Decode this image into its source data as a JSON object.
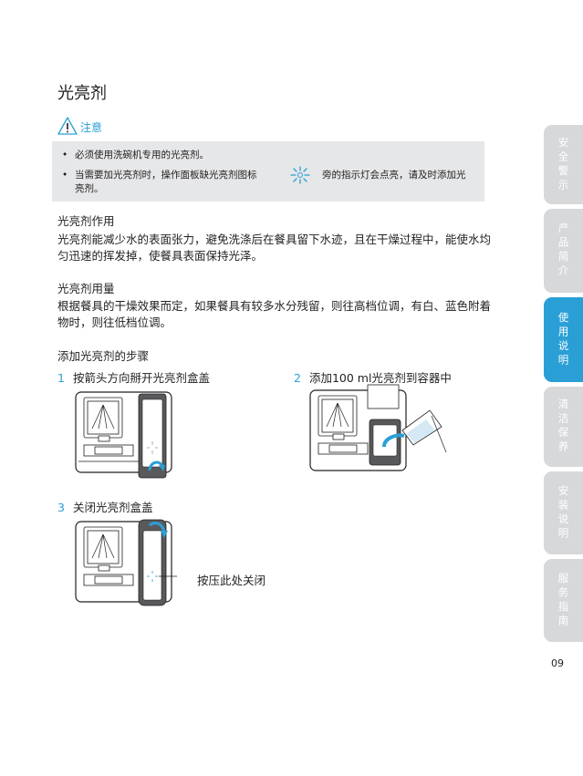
{
  "page_title": "光亮剂",
  "caution_label": "注意",
  "notes": {
    "bullet": "•",
    "item1": "必须使用洗碗机专用的光亮剂。",
    "item2_part1": "当需要加光亮剂时，操作面板缺光亮剂图标",
    "item2_part2": "旁的指示灯会点亮，请及时添加光",
    "item2_part3": "亮剂。"
  },
  "sections": {
    "function_heading": "光亮剂作用",
    "function_text": "光亮剂能减少水的表面张力，避免洗涤后在餐具留下水迹，且在干燥过程中，能使水均匀迅速的挥发掉，使餐具表面保持光泽。",
    "dosage_heading": "光亮剂用量",
    "dosage_text": "根据餐具的干燥效果而定，如果餐具有较多水分残留，则往高档位调，有白、蓝色附着物时，则往低档位调。",
    "steps_heading": "添加光亮剂的步骤"
  },
  "steps": [
    {
      "num": "1",
      "text": "按箭头方向掰开光亮剂盒盖"
    },
    {
      "num": "2",
      "text": "添加100 ml光亮剂到容器中"
    },
    {
      "num": "3",
      "text": "关闭光亮剂盒盖"
    }
  ],
  "figure3_callout": "按压此处关闭",
  "side_tabs": [
    {
      "label": "安全警示",
      "active": false
    },
    {
      "label": "产品简介",
      "active": false
    },
    {
      "label": "使用说明",
      "active": true
    },
    {
      "label": "清洁保养",
      "active": false
    },
    {
      "label": "安装说明",
      "active": false
    },
    {
      "label": "服务指南",
      "active": false
    }
  ],
  "page_number": "09",
  "colors": {
    "accent": "#2a9fd6",
    "note_bg": "#e6e7e8",
    "tab_inactive": "#d7d8da"
  },
  "icons": [
    "caution-triangle-icon",
    "rinse-aid-sparkle-icon",
    "rotate-arrow-icon",
    "bottle-icon"
  ]
}
